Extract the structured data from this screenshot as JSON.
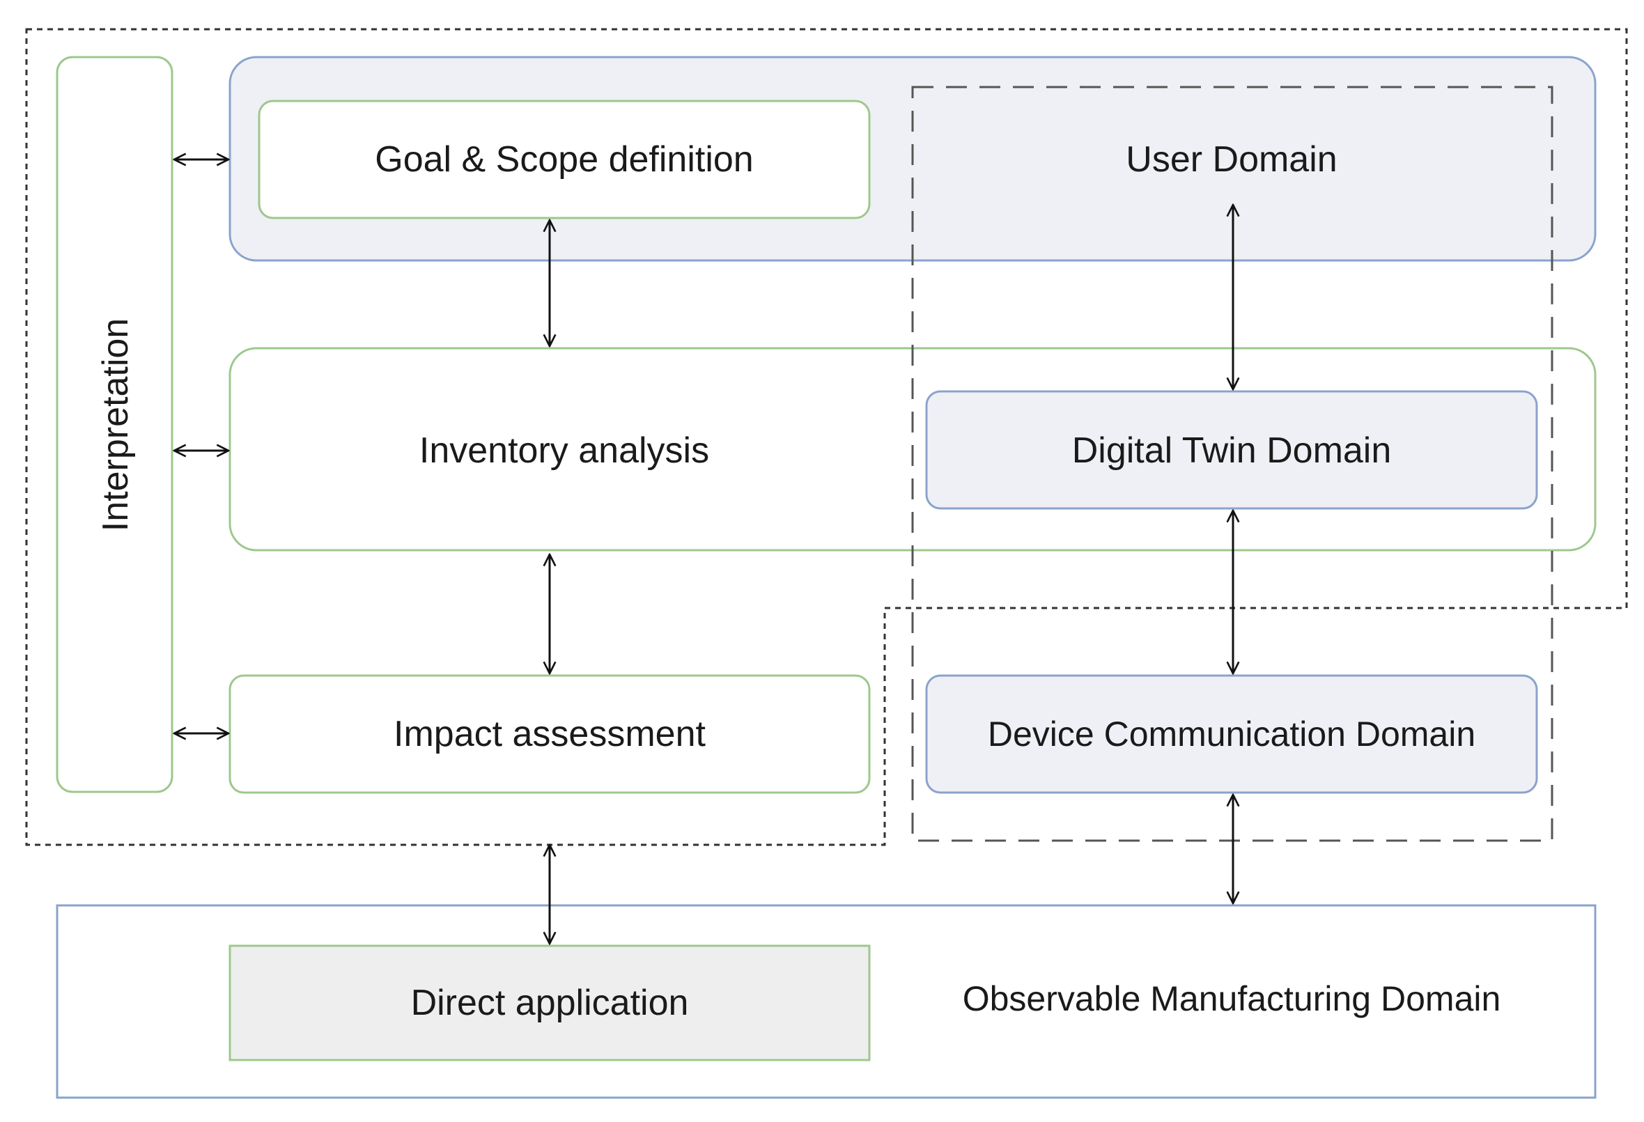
{
  "labels": {
    "interpretation": "Interpretation",
    "goal_scope": "Goal & Scope definition",
    "user_domain": "User Domain",
    "inventory": "Inventory analysis",
    "digital_twin": "Digital Twin Domain",
    "impact": "Impact assessment",
    "device_comm": "Device Communication Domain",
    "direct_app": "Direct application",
    "observable": "Observable Manufacturing Domain"
  },
  "colors": {
    "green_border": "#9dc88d",
    "blue_border": "#8aa3cc",
    "domain_fill": "#eef0f5",
    "direct_fill": "#eeeeee",
    "dash_stroke": "#333333",
    "arrow_stroke": "#111111"
  }
}
